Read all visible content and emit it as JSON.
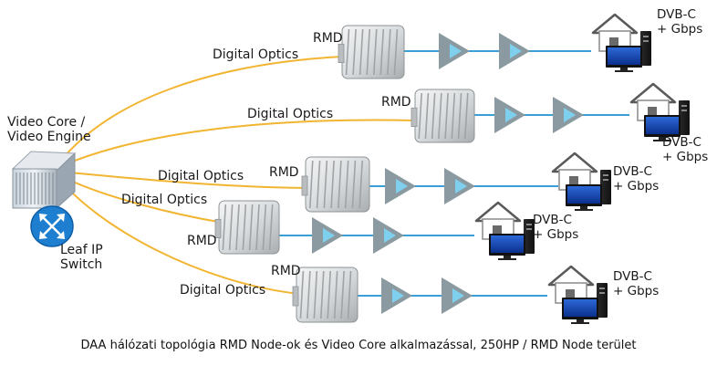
{
  "core": {
    "label": "Video Core /\nVideo Engine",
    "switch_label": "Leaf IP\nSwitch"
  },
  "link_label": "Digital Optics",
  "node_label": "RMD",
  "service_label": "DVB-C\n+ Gbps",
  "branches": [
    {
      "optics": "Digital Optics",
      "node": "RMD",
      "service": "DVB-C\n+ Gbps"
    },
    {
      "optics": "Digital Optics",
      "node": "RMD",
      "service": "DVB-C\n+ Gbps"
    },
    {
      "optics": "Digital Optics",
      "node": "RMD",
      "service": "DVB-C\n+ Gbps"
    },
    {
      "optics": "Digital Optics",
      "node": "RMD",
      "service": "DVB-C\n+ Gbps"
    },
    {
      "optics": "Digital Optics",
      "node": "RMD",
      "service": "DVB-C\n+ Gbps"
    }
  ],
  "caption": "DAA hálózati topológia RMD Node-ok és Video Core alkalmazással, 250HP / RMD Node terület",
  "colors": {
    "optics_line": "#f2b531",
    "coax_line": "#3a9fd6",
    "amplifier": "#8a9aa0",
    "amplifier_inner": "#7fd0ee",
    "switch": "#1e7fd0",
    "monitor": "#1040a8"
  }
}
